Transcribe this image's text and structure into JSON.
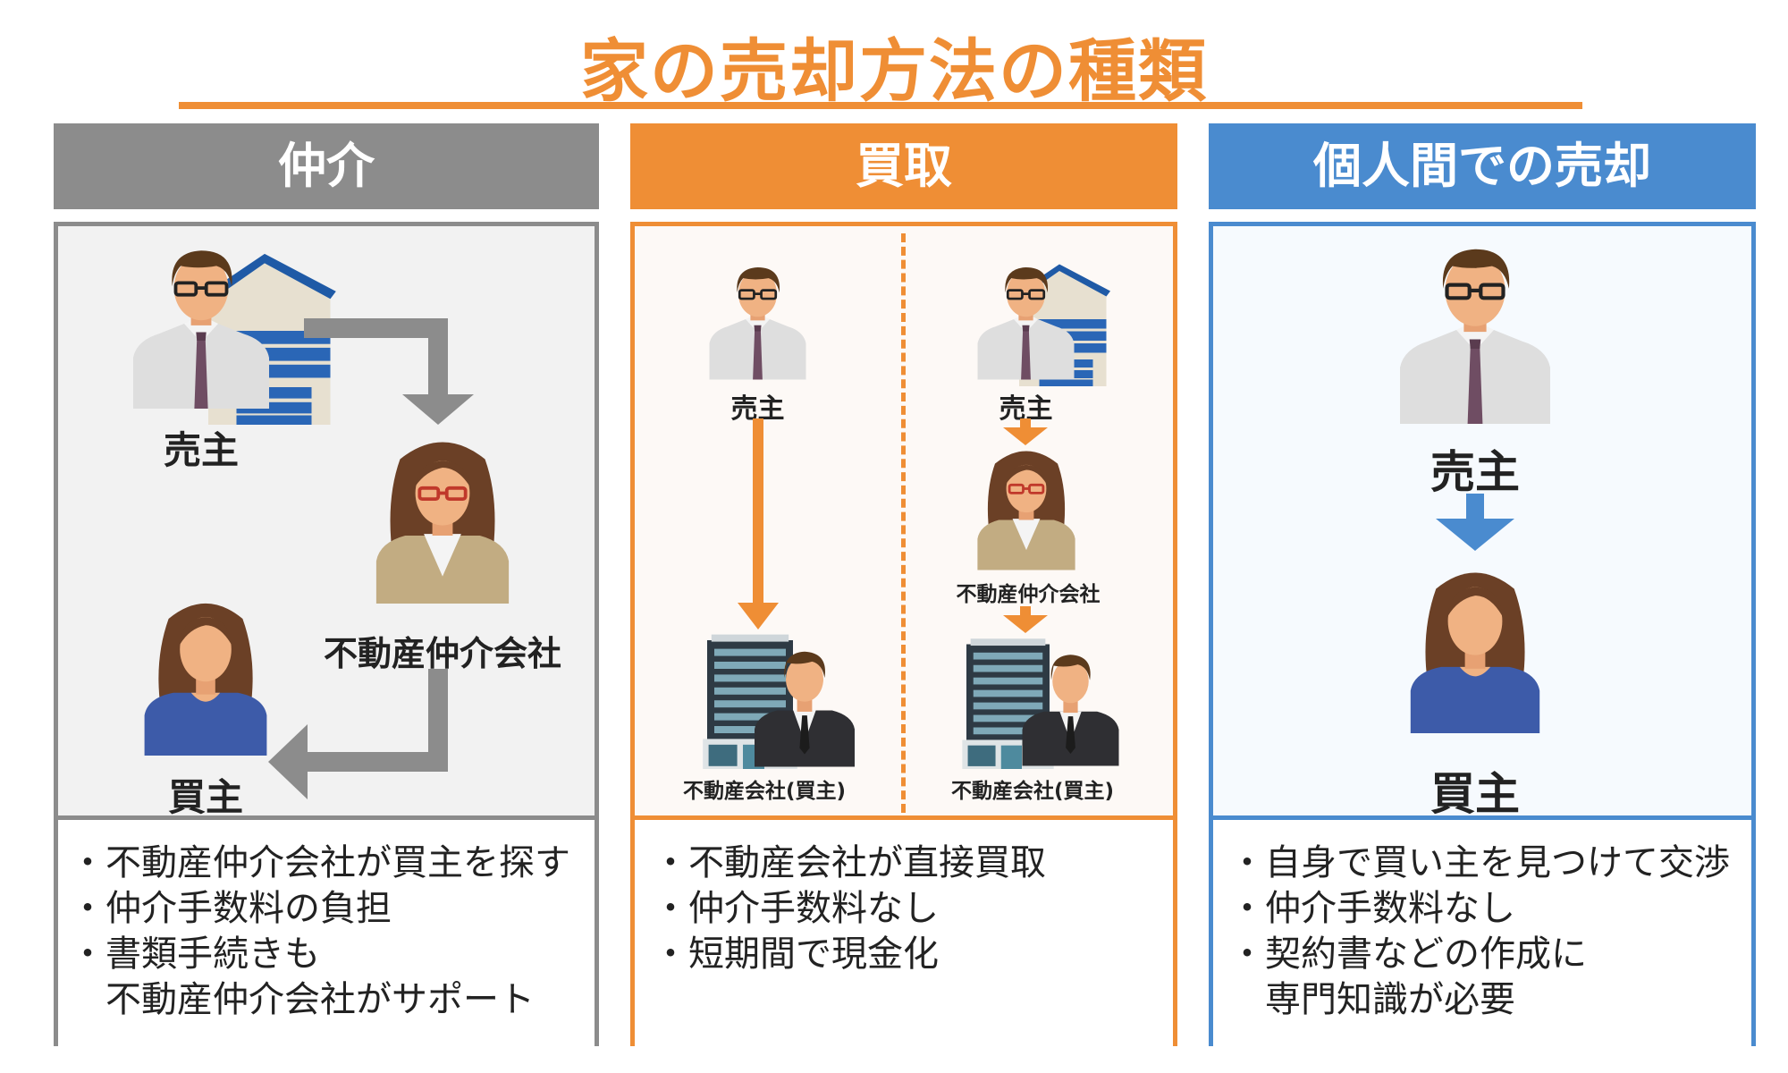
{
  "title": "家の売却方法の種類",
  "colors": {
    "orange": "#ef8e35",
    "gray": "#8c8c8c",
    "blue": "#4a8bcf"
  },
  "columns": [
    {
      "header": "仲介",
      "labels": {
        "seller": "売主",
        "agent": "不動産仲介会社",
        "buyer": "買主"
      },
      "bullets": [
        "・不動産仲介会社が買主を探す",
        "・仲介手数料の負担",
        "・書類手続きも",
        "　不動産仲介会社がサポート"
      ]
    },
    {
      "header": "買取",
      "labels": {
        "seller_left": "売主",
        "company_left": "不動産会社(買主)",
        "seller_right": "売主",
        "agent_right": "不動産仲介会社",
        "company_right": "不動産会社(買主)"
      },
      "bullets": [
        "・不動産会社が直接買取",
        "・仲介手数料なし",
        "・短期間で現金化"
      ]
    },
    {
      "header": "個人間での売却",
      "labels": {
        "seller": "売主",
        "buyer": "買主"
      },
      "bullets": [
        "・自身で買い主を見つけて交渉",
        "・仲介手数料なし",
        "・契約書などの作成に",
        "　専門知識が必要"
      ]
    }
  ]
}
